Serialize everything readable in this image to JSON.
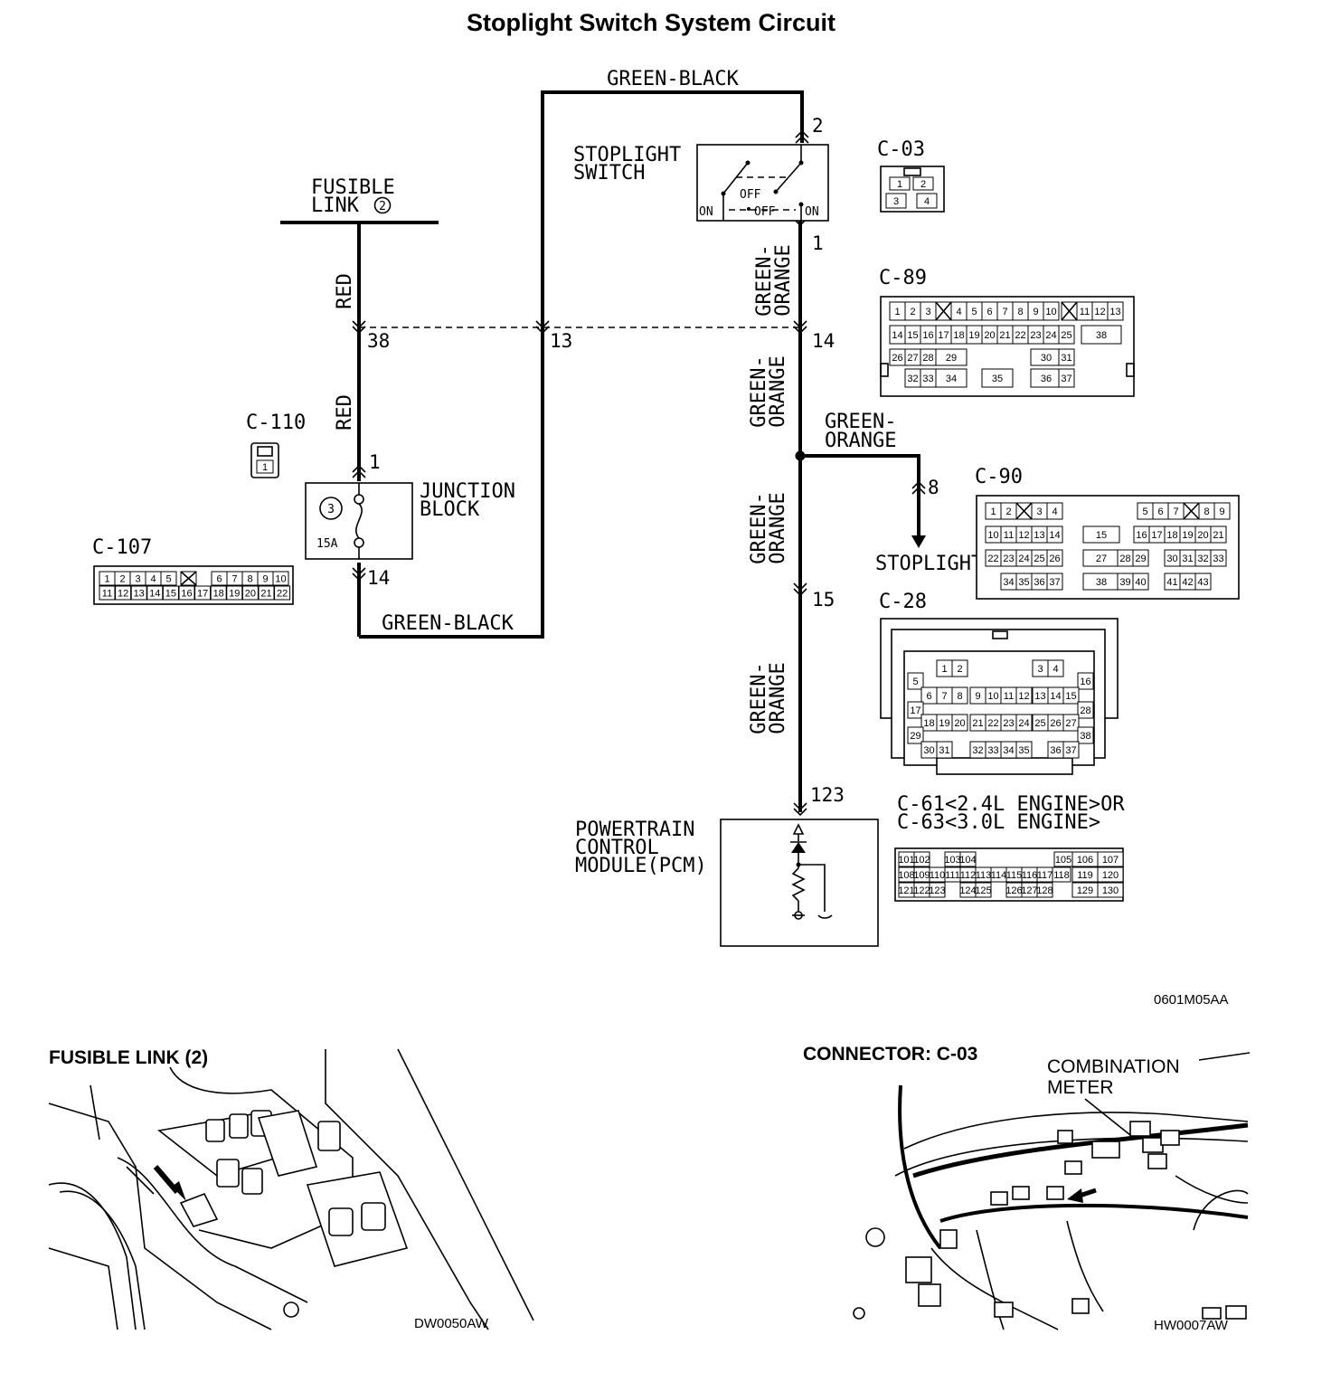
{
  "title": "Stoplight Switch System Circuit",
  "wires": {
    "red_upper": "RED",
    "red_lower": "RED",
    "green_black_top": "GREEN-BLACK",
    "green_black_bottom": "GREEN-BLACK",
    "green_orange_1": [
      "GREEN-",
      "ORANGE"
    ],
    "green_orange_2": [
      "GREEN-",
      "ORANGE"
    ],
    "green_orange_branch": [
      "GREEN-",
      "ORANGE"
    ],
    "green_orange_3": [
      "GREEN-",
      "ORANGE"
    ],
    "green_orange_4": [
      "GREEN-",
      "ORANGE"
    ]
  },
  "components": {
    "fusible_link": [
      "FUSIBLE",
      "LINK"
    ],
    "fusible_link_number": "2",
    "stoplight_switch": [
      "STOPLIGHT",
      "SWITCH"
    ],
    "switch_off_1": "OFF",
    "switch_off_2": "OFF",
    "switch_on_left": "ON",
    "switch_on_right": "ON",
    "junction_block": [
      "JUNCTION",
      "BLOCK"
    ],
    "fuse_number": "3",
    "fuse_rating": "15A",
    "stoplight": "STOPLIGHT",
    "pcm": [
      "POWERTRAIN",
      "CONTROL",
      "MODULE(PCM)"
    ]
  },
  "pins": {
    "switch_top": "2",
    "switch_bottom": "1",
    "c89_left": "38",
    "c89_mid": "13",
    "c89_right": "14",
    "jb_top": "1",
    "jb_bottom": "14",
    "stoplight": "8",
    "c28": "15",
    "pcm": "123"
  },
  "connectors": {
    "c03": {
      "label": "C-03",
      "pins": [
        "1",
        "2",
        "3",
        "4"
      ]
    },
    "c89": {
      "label": "C-89",
      "rows": [
        [
          "1",
          "2",
          "3",
          "",
          "4",
          "5",
          "6",
          "7",
          "8",
          "9",
          "10",
          "",
          "11",
          "12",
          "13"
        ],
        [
          "14",
          "15",
          "16",
          "17",
          "18",
          "19",
          "20",
          "21",
          "22",
          "23",
          "24",
          "25",
          "38"
        ],
        [
          "26",
          "27",
          "28",
          "29",
          "30",
          "31"
        ],
        [
          "32",
          "33",
          "34",
          "35",
          "36",
          "37"
        ]
      ]
    },
    "c110": {
      "label": "C-110",
      "pins": [
        "1"
      ]
    },
    "c107": {
      "label": "C-107",
      "rows": [
        [
          "1",
          "2",
          "3",
          "4",
          "5",
          "",
          "6",
          "7",
          "8",
          "9",
          "10"
        ],
        [
          "11",
          "12",
          "13",
          "14",
          "15",
          "16",
          "17",
          "18",
          "19",
          "20",
          "21",
          "22"
        ]
      ]
    },
    "c90": {
      "label": "C-90",
      "rows": [
        [
          "1",
          "2",
          "",
          "3",
          "4",
          "5",
          "6",
          "7",
          "",
          "8",
          "9"
        ],
        [
          "10",
          "11",
          "12",
          "13",
          "14",
          "15",
          "16",
          "17",
          "18",
          "19",
          "20",
          "21"
        ],
        [
          "22",
          "23",
          "24",
          "25",
          "26",
          "27",
          "28",
          "29",
          "30",
          "31",
          "32",
          "33"
        ],
        [
          "34",
          "35",
          "36",
          "37",
          "38",
          "39",
          "40",
          "41",
          "42",
          "43"
        ]
      ]
    },
    "c28": {
      "label": "C-28",
      "rows": [
        [
          "1",
          "2",
          "3",
          "4"
        ],
        [
          "5",
          "16"
        ],
        [
          "6",
          "7",
          "8",
          "9",
          "10",
          "11",
          "12",
          "13",
          "14",
          "15"
        ],
        [
          "17",
          "28"
        ],
        [
          "18",
          "19",
          "20",
          "21",
          "22",
          "23",
          "24",
          "25",
          "26",
          "27"
        ],
        [
          "29",
          "38"
        ],
        [
          "30",
          "31",
          "32",
          "33",
          "34",
          "35",
          "36",
          "37"
        ]
      ]
    },
    "c61_63": {
      "label_1": "C-61<2.4L ENGINE>OR",
      "label_2": "C-63<3.0L ENGINE>",
      "rows": [
        [
          "101",
          "102",
          "103",
          "104",
          "105",
          "106",
          "107"
        ],
        [
          "108",
          "109",
          "110",
          "111",
          "112",
          "113",
          "114",
          "115",
          "116",
          "117",
          "118",
          "119",
          "120"
        ],
        [
          "121",
          "122",
          "123",
          "124",
          "125",
          "126",
          "127",
          "128",
          "129",
          "130"
        ]
      ]
    }
  },
  "figure_code": "0601M05AA",
  "locators": {
    "left_title": "FUSIBLE LINK (2)",
    "left_code": "DW0050AW",
    "right_title": "CONNECTOR: C-03",
    "right_callout": [
      "COMBINATION",
      "METER"
    ],
    "right_code": "HW0007AW"
  }
}
